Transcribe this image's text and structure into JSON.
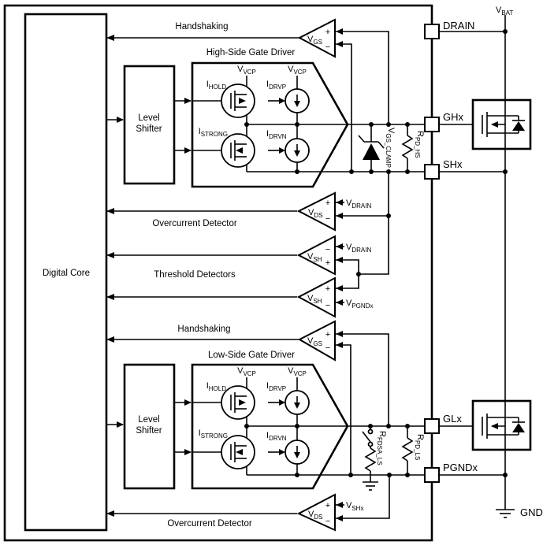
{
  "labels": {
    "handshaking": "Handshaking",
    "hs_gate_driver": "High-Side Gate Driver",
    "ls_gate_driver": "Low-Side Gate Driver",
    "overcurrent_detector": "Overcurrent Detector",
    "threshold_detectors": "Threshold Detectors",
    "digital_core": "Digital Core",
    "level": "Level",
    "shifter": "Shifter",
    "gnd": "GND"
  },
  "pins": {
    "drain": "DRAIN",
    "ghx": "GHx",
    "shx": "SHx",
    "glx": "GLx",
    "pgndx": "PGNDx"
  },
  "signals": {
    "vbat": {
      "main": "V",
      "sub": "BAT"
    },
    "vvcp": {
      "main": "V",
      "sub": "VCP"
    },
    "vgs": {
      "main": "V",
      "sub": "GS"
    },
    "vds": {
      "main": "V",
      "sub": "DS"
    },
    "vsh": {
      "main": "V",
      "sub": "SH"
    },
    "vdrain": {
      "main": "V",
      "sub": "DRAIN"
    },
    "vpgndx": {
      "main": "V",
      "sub": "PGNDx"
    },
    "vshx": {
      "main": "V",
      "sub": "SHx"
    },
    "ihold": {
      "main": "I",
      "sub": "HOLD"
    },
    "istrong": {
      "main": "I",
      "sub": "STRONG"
    },
    "idrvp": {
      "main": "I",
      "sub": "DRVP"
    },
    "idrvn": {
      "main": "I",
      "sub": "DRVN"
    },
    "vgs_clamp": {
      "main": "V",
      "sub": "GS_CLAMP"
    },
    "rpd_hs": {
      "main": "R",
      "sub": "PD_HS"
    },
    "rpd_ls": {
      "main": "R",
      "sub": "PD_LS"
    },
    "rfdsa_ls": {
      "main": "R",
      "sub": "FDSA_LS"
    }
  },
  "signs": {
    "plus": "+",
    "minus": "−"
  },
  "colors": {
    "line": "#000000",
    "background": "#ffffff"
  }
}
